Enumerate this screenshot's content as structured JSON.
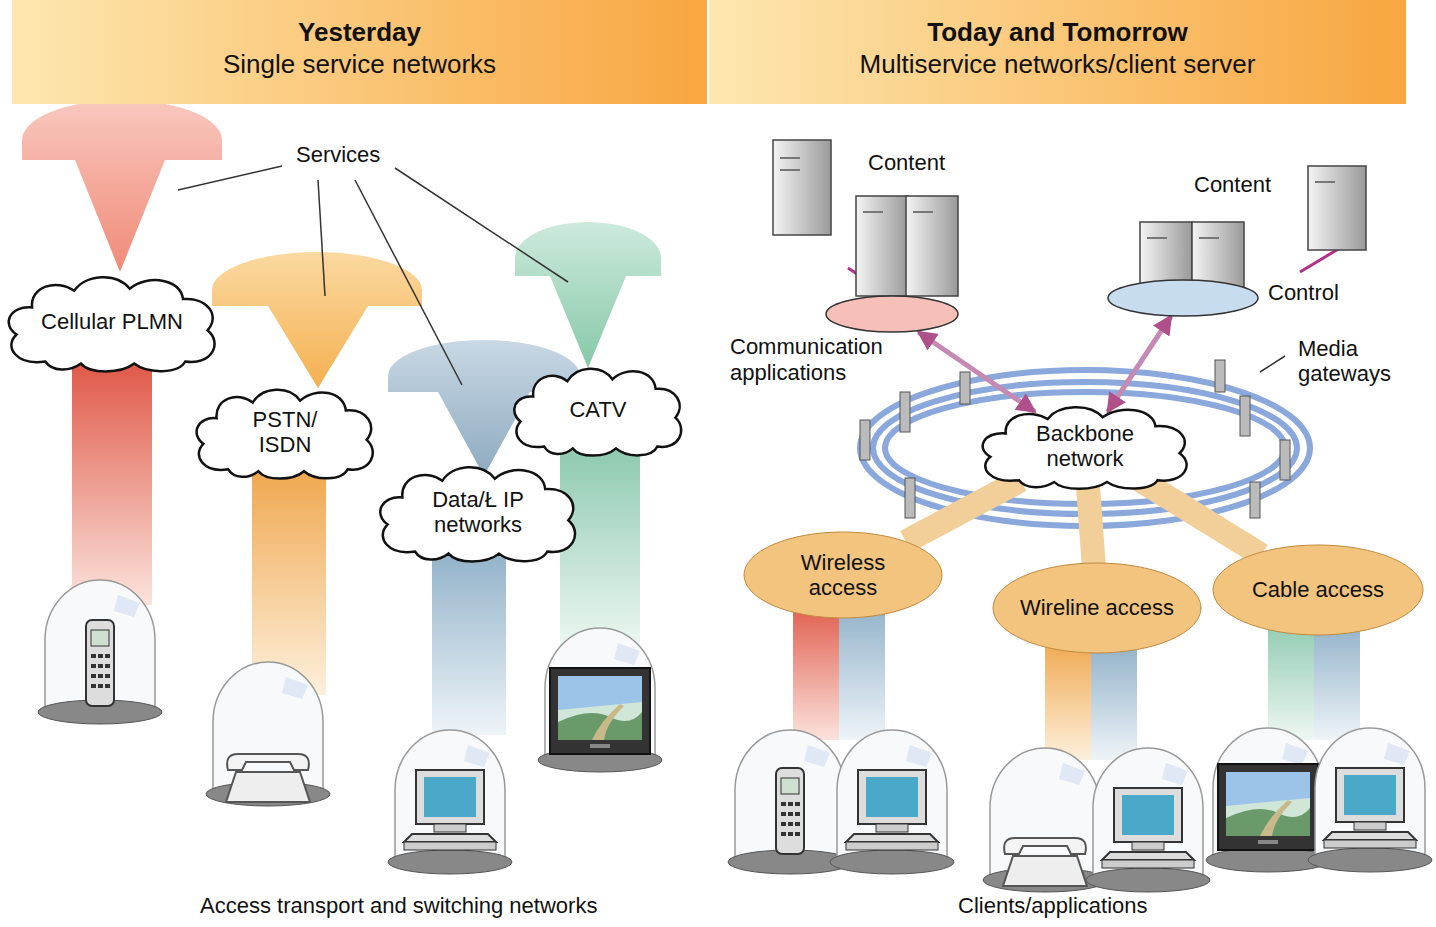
{
  "diagram": {
    "nodes": [
      {
        "text": [
          "Yesterday",
          "Single service networks"
        ]
      },
      {
        "text": [
          "Today and Tomorrow",
          "Multiservice networks/client server"
        ]
      },
      {
        "text": [
          "Cellular PLMN"
        ]
      },
      {
        "text": [
          "PSTN/ ISDN"
        ]
      },
      {
        "text": [
          "Data/Ł IP networks"
        ]
      },
      {
        "text": [
          "CATV"
        ]
      },
      {
        "text": [
          "Communication applications"
        ]
      },
      {
        "text": [
          "Control"
        ]
      },
      {
        "text": [
          "Backbone network"
        ]
      },
      {
        "text": [
          "Wireless access"
        ]
      },
      {
        "text": [
          "Wireline access"
        ]
      },
      {
        "text": [
          "Cable access"
        ]
      }
    ],
    "edges": [
      {
        "from": 6,
        "to": 8,
        "arrow": "both"
      },
      {
        "from": 7,
        "to": 8,
        "arrow": "both"
      },
      {
        "from": 8,
        "to": 9,
        "arrow": "none"
      },
      {
        "from": 8,
        "to": 10,
        "arrow": "none"
      },
      {
        "from": 8,
        "to": 11,
        "arrow": "none"
      }
    ],
    "labels": [
      "Services",
      "Access transport and switching networks",
      "Content",
      "Content",
      "Media gateways",
      "Clients/applications"
    ]
  }
}
